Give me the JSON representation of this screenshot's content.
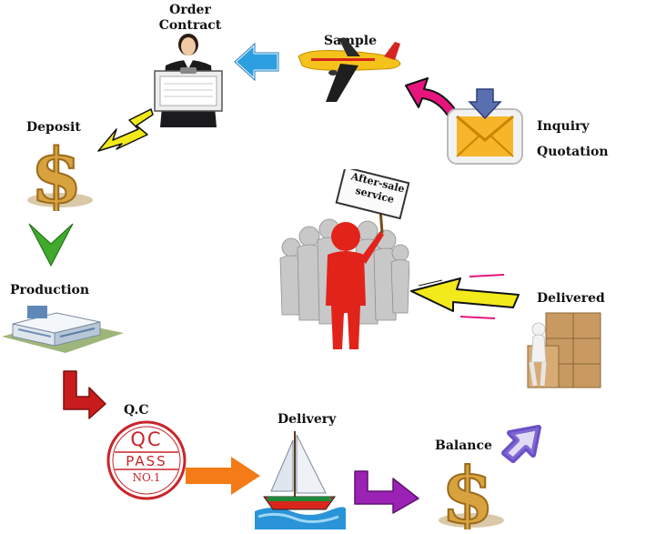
{
  "steps": {
    "order_contract": [
      "Order",
      "Contract"
    ],
    "sample": "Sample",
    "inquiry_quotation": [
      "Inquiry",
      "Quotation"
    ],
    "deposit": "Deposit",
    "production": "Production",
    "qc": "Q.C",
    "delivery": "Delivery",
    "balance": "Balance",
    "delivered": "Delivered"
  },
  "after_sale_sign": [
    "After-sale",
    "service"
  ],
  "qc_stamp": {
    "top": "QC",
    "middle": "PASS",
    "bottom": "NO.1",
    "color": "#c8252a"
  },
  "colors": {
    "arrow_blue": "#2b9fe0",
    "arrow_magenta": "#e6157e",
    "arrow_yellow": "#f3ea1c",
    "arrow_green": "#3faa2b",
    "arrow_red": "#c81c1c",
    "arrow_orange": "#f47b17",
    "arrow_purple": "#9b22b5",
    "arrow_violet": "#6a4fc8",
    "envelope": "#f7b52a",
    "dollar": "#d8a23e",
    "figure_red": "#e2231a"
  }
}
